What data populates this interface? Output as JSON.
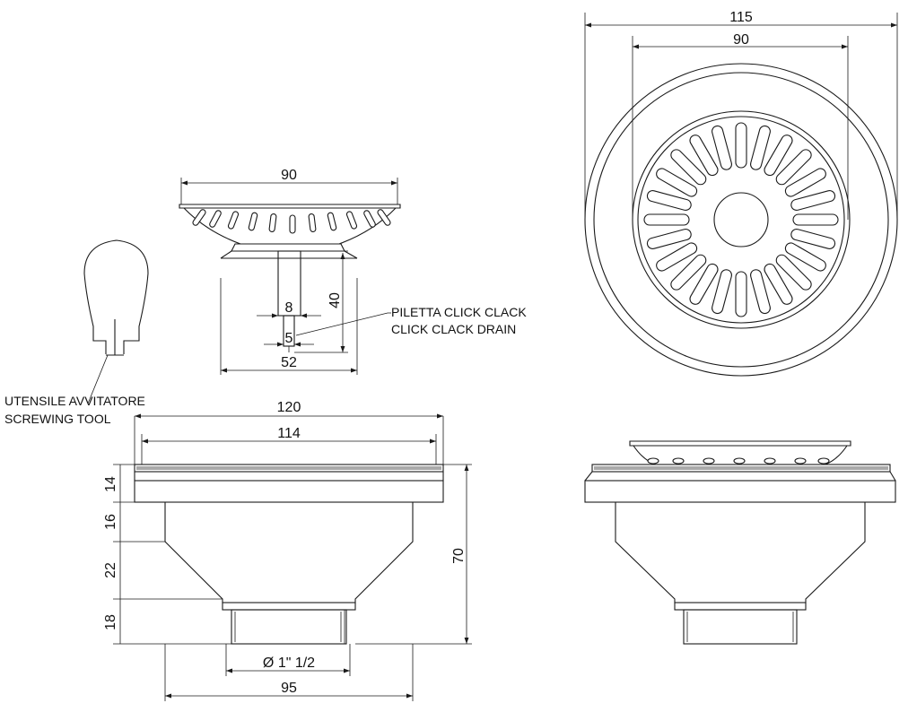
{
  "dimensions": {
    "top_outer": "115",
    "top_inner": "90",
    "basket_width": "90",
    "basket_height": "40",
    "stem_upper": "8",
    "stem_lower": "5",
    "stem_spread": "52",
    "body_outer": "120",
    "body_inner": "114",
    "total_height": "70",
    "flange": "14",
    "neck": "16",
    "taper": "22",
    "thread_height": "18",
    "thread_size": "Ø 1\" 1/2",
    "base_width": "95"
  },
  "labels": {
    "drain_it": "PILETTA CLICK CLACK",
    "drain_en": "CLICK CLACK DRAIN",
    "tool_it": "UTENSILE AVVITATORE",
    "tool_en": "SCREWING TOOL"
  }
}
